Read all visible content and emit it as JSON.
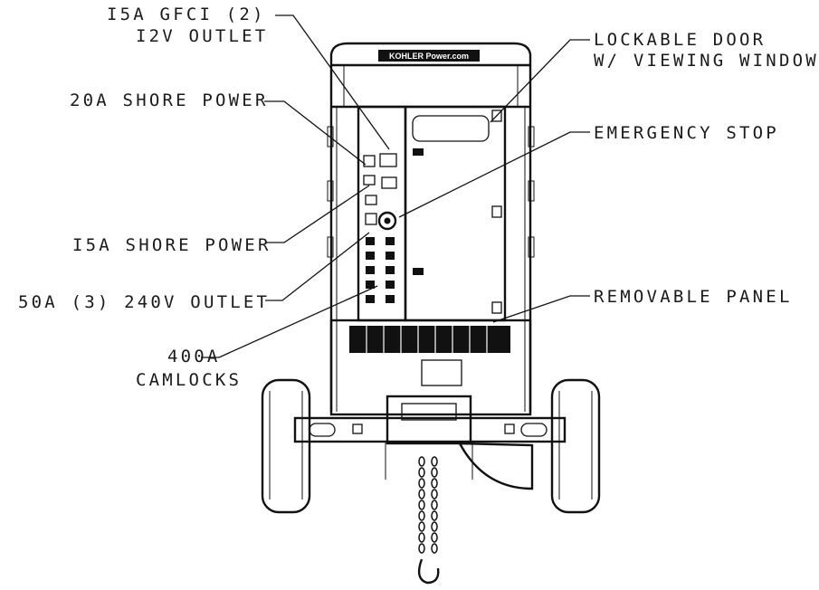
{
  "diagram": {
    "brand_text": "KOHLER Power.com",
    "callouts": {
      "gfci_line1": "I5A GFCI (2)",
      "gfci_line2": "I2V OUTLET",
      "shore_20a": "20A SHORE POWER",
      "shore_15a": "I5A SHORE POWER",
      "outlet_50a": "50A (3) 240V OUTLET",
      "camlocks_line1": "400A",
      "camlocks_line2": "CAMLOCKS",
      "door_line1": "LOCKABLE DOOR",
      "door_line2": "W/ VIEWING WINDOW",
      "emergency_stop": "EMERGENCY STOP",
      "removable_panel": "REMOVABLE PANEL"
    }
  }
}
